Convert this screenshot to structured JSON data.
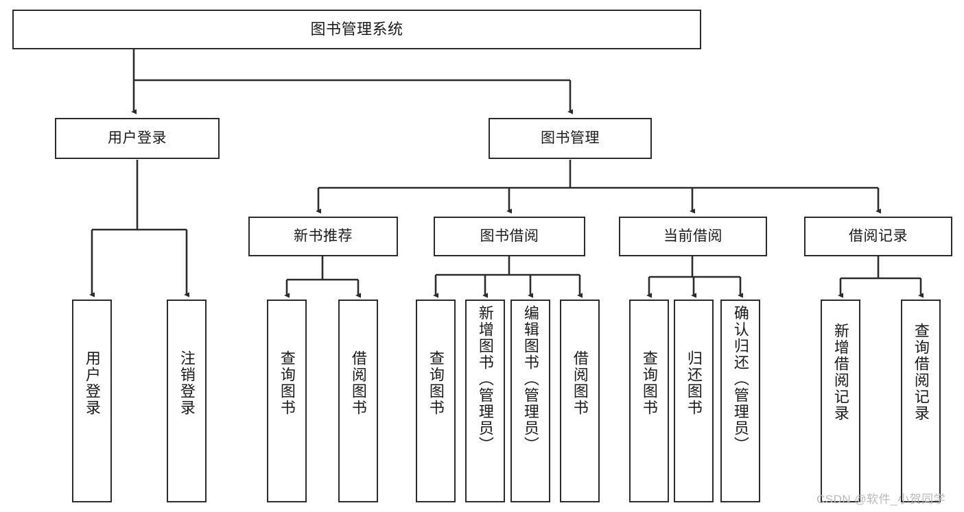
{
  "diagram": {
    "title": "图书管理系统",
    "watermark": "CSDN @软件_小贺同学",
    "colors": {
      "stroke": "#2b2b2b",
      "fill": "#ffffff",
      "text": "#1a1a1a",
      "watermark": "#b9b9b9"
    },
    "nodes": {
      "root": {
        "label": "图书管理系统"
      },
      "level2": [
        {
          "id": "user-login",
          "label": "用户登录"
        },
        {
          "id": "book-management",
          "label": "图书管理"
        }
      ],
      "level3": [
        {
          "id": "new-book-recommend",
          "label": "新书推荐"
        },
        {
          "id": "book-borrow",
          "label": "图书借阅"
        },
        {
          "id": "current-borrow",
          "label": "当前借阅"
        },
        {
          "id": "borrow-record",
          "label": "借阅记录"
        }
      ],
      "leaves": {
        "user_login": [
          {
            "id": "leaf-user-login",
            "label": "用户登录"
          },
          {
            "id": "leaf-logout",
            "label": "注销登录"
          }
        ],
        "new_book_recommend": [
          {
            "id": "leaf-query-book-1",
            "label": "查询图书"
          },
          {
            "id": "leaf-borrow-book-1",
            "label": "借阅图书"
          }
        ],
        "book_borrow": [
          {
            "id": "leaf-query-book-2",
            "label": "查询图书"
          },
          {
            "id": "leaf-add-book-admin",
            "label": "新增图书（管理员）"
          },
          {
            "id": "leaf-edit-book-admin",
            "label": "编辑图书（管理员）"
          },
          {
            "id": "leaf-borrow-book-2",
            "label": "借阅图书"
          }
        ],
        "current_borrow": [
          {
            "id": "leaf-query-book-3",
            "label": "查询图书"
          },
          {
            "id": "leaf-return-book",
            "label": "归还图书"
          },
          {
            "id": "leaf-confirm-return-admin",
            "label": "确认归还（管理员）"
          }
        ],
        "borrow_record": [
          {
            "id": "leaf-add-borrow-record",
            "label": "新增借阅记录"
          },
          {
            "id": "leaf-query-borrow-record",
            "label": "查询借阅记录"
          }
        ]
      }
    }
  }
}
